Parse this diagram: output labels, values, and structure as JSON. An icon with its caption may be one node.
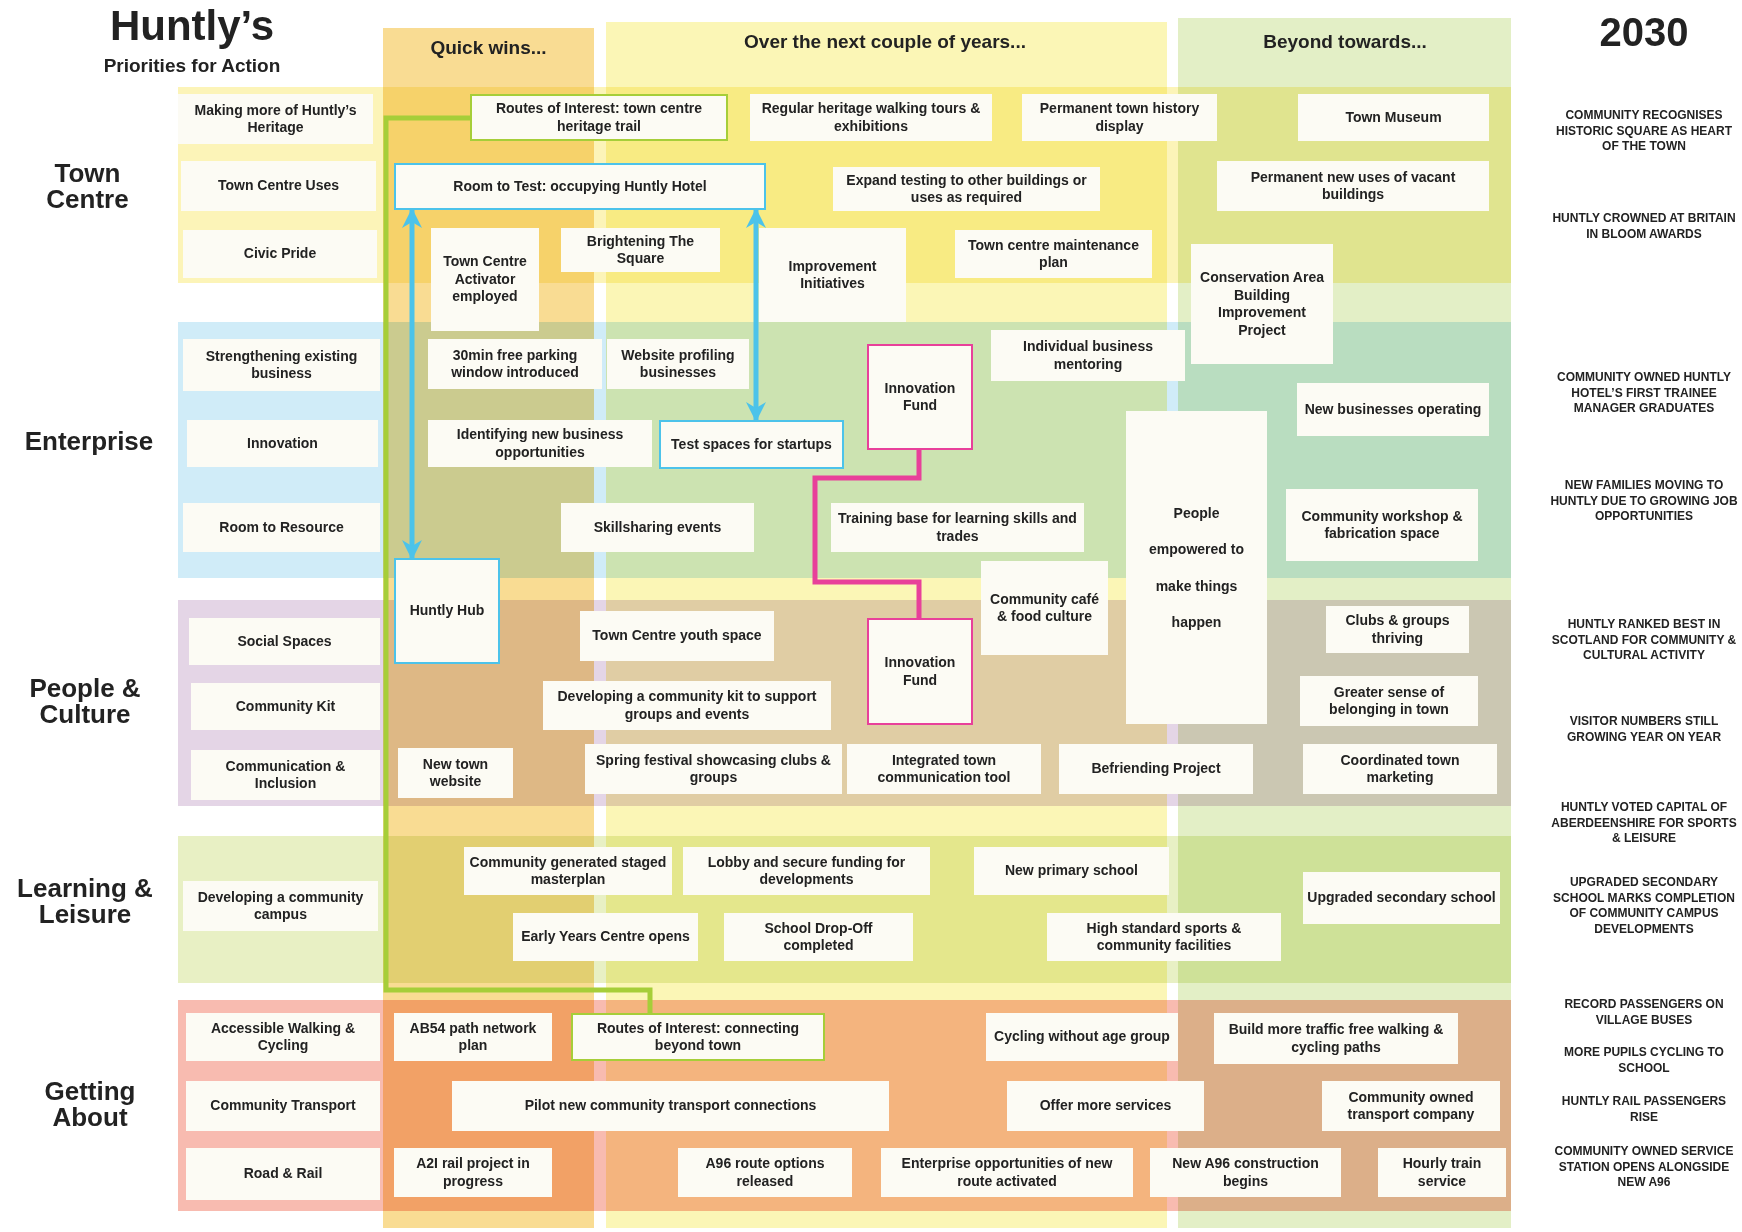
{
  "diagram": {
    "title": "Huntly’s",
    "nodes": [
      {
        "text": [
          "Making more of Huntly’s Heritage"
        ]
      },
      {
        "text": [
          "Routes of Interest: town centre heritage trail"
        ]
      },
      {
        "text": [
          "Regular heritage walking tours & exhibitions"
        ]
      },
      {
        "text": [
          "Permanent town history display"
        ]
      },
      {
        "text": [
          "Town Museum"
        ]
      },
      {
        "text": [
          "Town Centre Uses"
        ]
      },
      {
        "text": [
          "Room to Test: occupying Huntly Hotel"
        ]
      },
      {
        "text": [
          "Expand testing to other buildings or uses as required"
        ]
      },
      {
        "text": [
          "Permanent new uses of vacant buildings"
        ]
      },
      {
        "text": [
          "Civic Pride"
        ]
      },
      {
        "text": [
          "Town Centre Activator employed"
        ]
      },
      {
        "text": [
          "Brightening The Square"
        ]
      },
      {
        "text": [
          "Improvement Initiatives"
        ]
      },
      {
        "text": [
          "Town centre maintenance plan"
        ]
      },
      {
        "text": [
          "Conservation Area Building Improvement Project"
        ]
      },
      {
        "text": [
          "Strengthening existing business"
        ]
      },
      {
        "text": [
          "30min free parking window introduced"
        ]
      },
      {
        "text": [
          "Website profiling businesses"
        ]
      },
      {
        "text": [
          "Innovation Fund"
        ]
      },
      {
        "text": [
          "Individual business mentoring"
        ]
      },
      {
        "text": [
          "New businesses operating"
        ]
      },
      {
        "text": [
          "Innovation"
        ]
      },
      {
        "text": [
          "Identifying new business opportunities"
        ]
      },
      {
        "text": [
          "Test spaces for startups"
        ]
      },
      {
        "text": [
          "People empowered to make things happen"
        ]
      },
      {
        "text": [
          "Room to Resource"
        ]
      },
      {
        "text": [
          "Skillsharing events"
        ]
      },
      {
        "text": [
          "Training base for learning skills and trades"
        ]
      },
      {
        "text": [
          "Community workshop & fabrication space"
        ]
      },
      {
        "text": [
          "Community café & food culture"
        ]
      },
      {
        "text": [
          "Huntly Hub"
        ]
      },
      {
        "text": [
          "Social Spaces"
        ]
      },
      {
        "text": [
          "Town Centre youth space"
        ]
      },
      {
        "text": [
          "Innovation Fund"
        ]
      },
      {
        "text": [
          "Clubs & groups thriving"
        ]
      },
      {
        "text": [
          "Community Kit"
        ]
      },
      {
        "text": [
          "Developing a community kit to support groups and events"
        ]
      },
      {
        "text": [
          "Greater sense of belonging in town"
        ]
      },
      {
        "text": [
          "Communication & Inclusion"
        ]
      },
      {
        "text": [
          "New town website"
        ]
      },
      {
        "text": [
          "Spring festival showcasing clubs & groups"
        ]
      },
      {
        "text": [
          "Integrated town communication tool"
        ]
      },
      {
        "text": [
          "Befriending Project"
        ]
      },
      {
        "text": [
          "Coordinated town marketing"
        ]
      },
      {
        "text": [
          "Developing a community campus"
        ]
      },
      {
        "text": [
          "Community generated staged masterplan"
        ]
      },
      {
        "text": [
          "Lobby and secure funding for developments"
        ]
      },
      {
        "text": [
          "New primary school"
        ]
      },
      {
        "text": [
          "Upgraded secondary school"
        ]
      },
      {
        "text": [
          "Early Years Centre opens"
        ]
      },
      {
        "text": [
          "School Drop-Off completed"
        ]
      },
      {
        "text": [
          "High standard sports & community facilities"
        ]
      },
      {
        "text": [
          "Accessible Walking & Cycling"
        ]
      },
      {
        "text": [
          "AB54 path network plan"
        ]
      },
      {
        "text": [
          "Routes of Interest: connecting beyond town"
        ]
      },
      {
        "text": [
          "Cycling without age group"
        ]
      },
      {
        "text": [
          "Build more traffic free walking & cycling paths"
        ]
      },
      {
        "text": [
          "Community Transport"
        ]
      },
      {
        "text": [
          "Pilot new community transport connections"
        ]
      },
      {
        "text": [
          "Offer more services"
        ]
      },
      {
        "text": [
          "Community owned transport company"
        ]
      },
      {
        "text": [
          "Road & Rail"
        ]
      },
      {
        "text": [
          "A2I rail project in progress"
        ]
      },
      {
        "text": [
          "A96 route options released"
        ]
      },
      {
        "text": [
          "Enterprise opportunities of new route activated"
        ]
      },
      {
        "text": [
          "New A96 construction begins"
        ]
      },
      {
        "text": [
          "Hourly train service"
        ]
      }
    ],
    "edges": [
      {
        "from": 1,
        "to": 54,
        "arrow": "none",
        "color": "#a6ce39"
      },
      {
        "from": 6,
        "to": 30,
        "arrow": "both",
        "color": "#4cc3ea"
      },
      {
        "from": 6,
        "to": 23,
        "arrow": "both",
        "color": "#4cc3ea"
      },
      {
        "from": 18,
        "to": 33,
        "arrow": "none",
        "color": "#e8409a"
      }
    ],
    "labels": [
      "Priorities for Action",
      "Quick wins...",
      "Over the next couple of years...",
      "Beyond towards...",
      "2030",
      "Town Centre",
      "COMMUNITY RECOGNISES HISTORIC SQUARE AS HEART OF THE TOWN",
      "HUNTLY CROWNED AT BRITAIN IN BLOOM AWARDS",
      "COMMUNITY OWNED HUNTLY HOTEL’S FIRST TRAINEE MANAGER GRADUATES",
      "Enterprise",
      "NEW FAMILIES MOVING TO HUNTLY DUE TO GROWING JOB OPPORTUNITIES",
      "People & Culture",
      "HUNTLY RANKED BEST IN SCOTLAND FOR COMMUNITY & CULTURAL ACTIVITY",
      "VISITOR NUMBERS STILL GROWING YEAR ON YEAR",
      "HUNTLY VOTED CAPITAL OF ABERDEENSHIRE FOR SPORTS & LEISURE",
      "Learning & Leisure",
      "UPGRADED SECONDARY SCHOOL MARKS COMPLETION OF COMMUNITY CAMPUS DEVELOPMENTS",
      "RECORD PASSENGERS ON VILLAGE BUSES",
      "MORE PUPILS CYCLING TO SCHOOL",
      "Getting About",
      "HUNTLY RAIL PASSENGERS RISE",
      "COMMUNITY OWNED SERVICE STATION OPENS ALONGSIDE NEW A96"
    ]
  }
}
